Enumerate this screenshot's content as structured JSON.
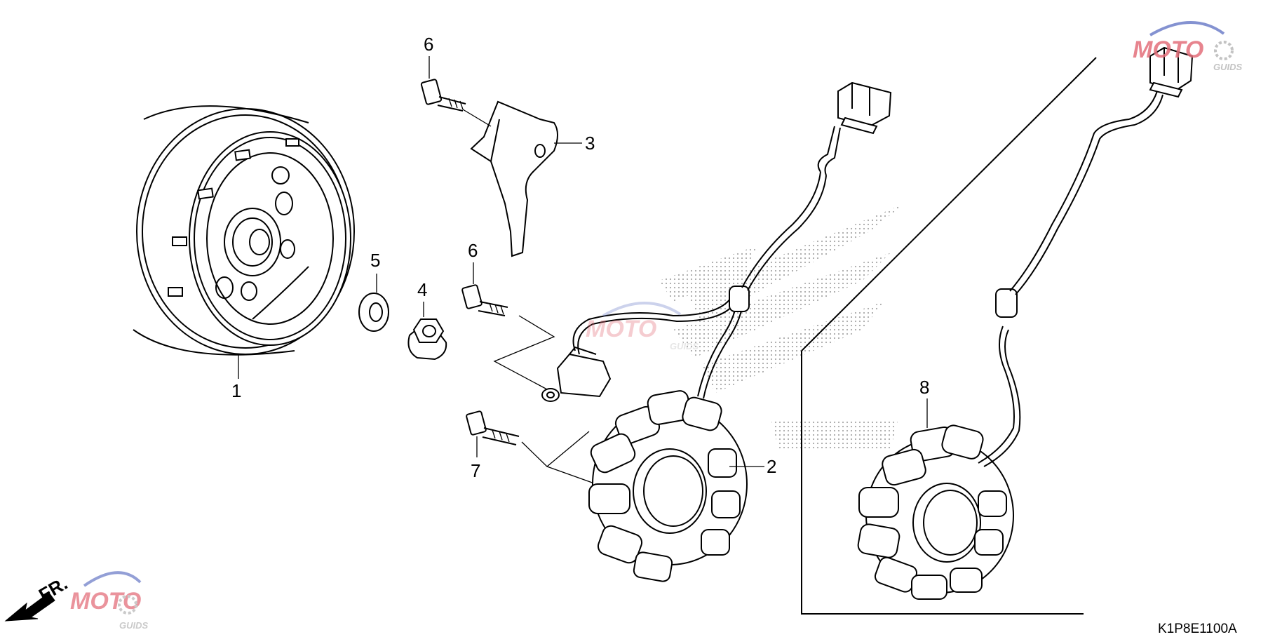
{
  "diagram": {
    "drawing_code": "K1P8E1100A",
    "watermark": {
      "brand_letters": "MOTO",
      "tagline": "GUIDS"
    },
    "direction_label": "FR.",
    "callouts": [
      {
        "id": "1",
        "text": "1"
      },
      {
        "id": "2",
        "text": "2"
      },
      {
        "id": "3",
        "text": "3"
      },
      {
        "id": "4",
        "text": "4"
      },
      {
        "id": "5",
        "text": "5"
      },
      {
        "id": "6a",
        "text": "6"
      },
      {
        "id": "6b",
        "text": "6"
      },
      {
        "id": "7",
        "text": "7"
      },
      {
        "id": "8",
        "text": "8"
      }
    ],
    "colors": {
      "line": "#000000",
      "background": "#ffffff",
      "watermark_red": "#e36f7b",
      "watermark_blue": "#6f7fc9",
      "watermark_grey": "#b9b9b9"
    }
  }
}
